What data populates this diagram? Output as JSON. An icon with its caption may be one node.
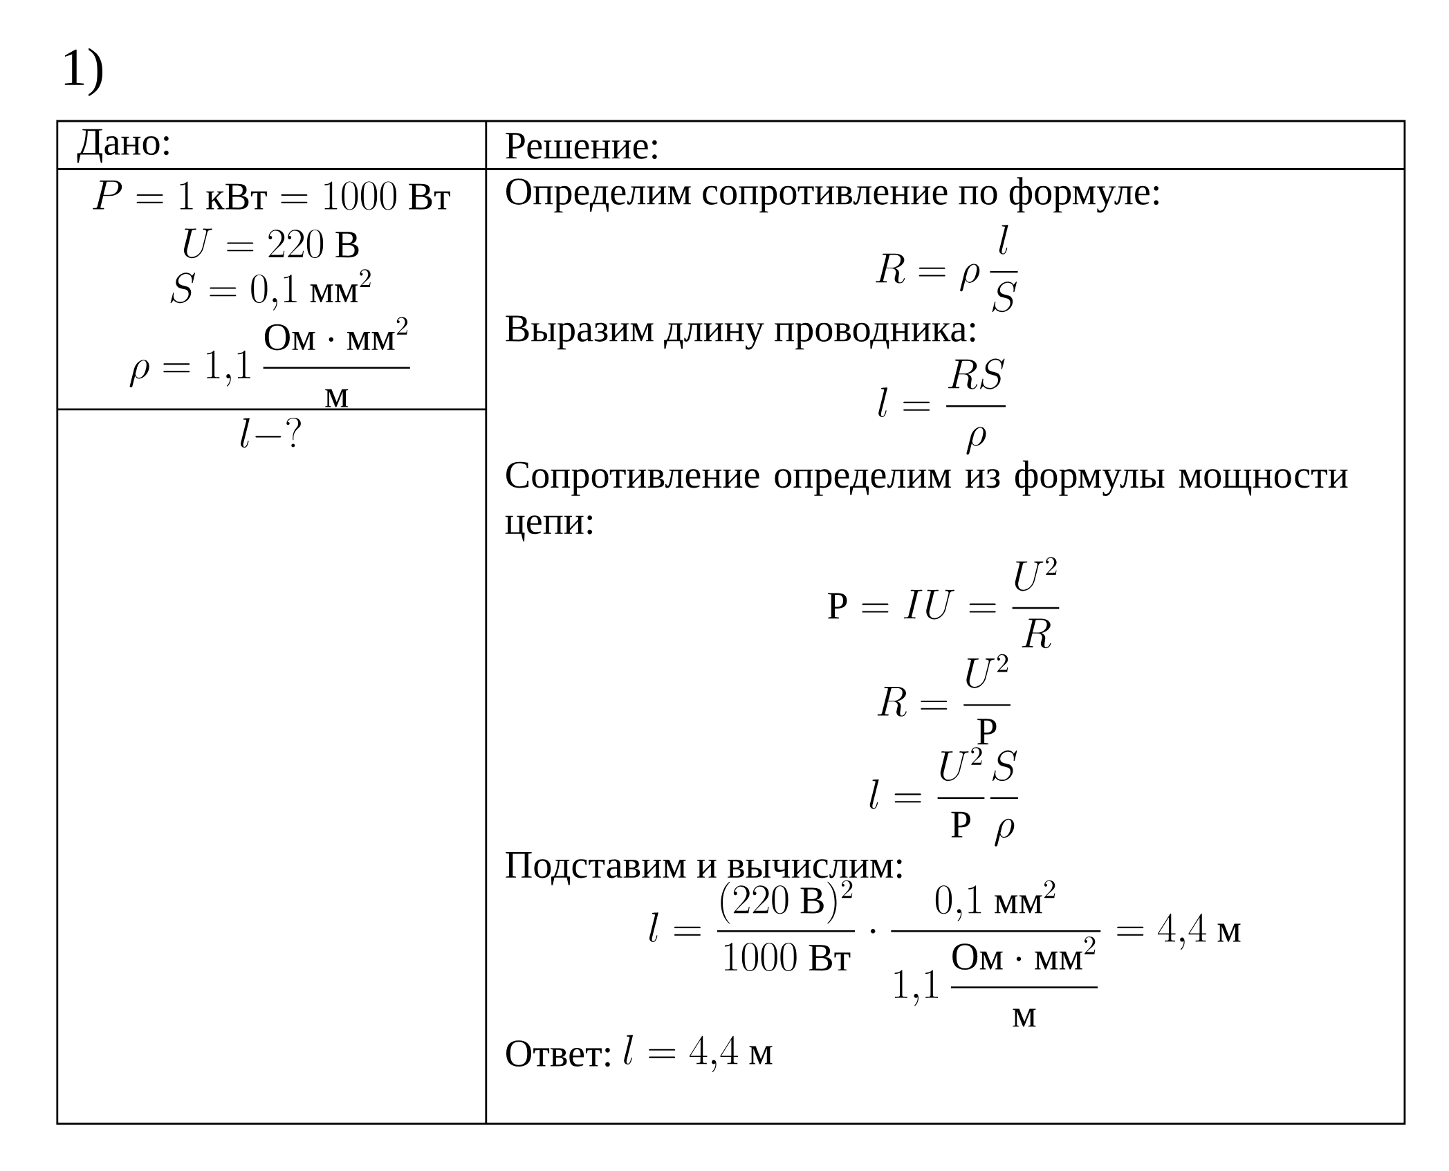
{
  "diagram": {
    "labels": [
      "1)",
      "Дано:",
      "Решение:",
      "P = 1\\text{ кВт} = 1000\\text{ Вт}",
      "U = 220\\text{ В}",
      "S = 0{,}1\\text{ мм}^2",
      "\\rho = 1{,}1\\,\\dfrac{\\text{Ом}\\cdot\\text{мм}^2}{\\text{м}}",
      "l{-}?",
      "Определим сопротивление по формуле:",
      "R = \\rho\\,\\dfrac{l}{S}",
      "Выразим длину проводника:",
      "l = \\dfrac{RS}{\\rho}",
      "Сопротивление определим из формулы мощности цепи:",
      "\\text{P} = IU = \\dfrac{U^2}{R}",
      "R = \\dfrac{U^2}{\\text{P}}",
      "l = \\dfrac{U^2}{\\text{P}}\\dfrac{S}{\\rho}",
      "Подставим и вычислим:",
      "l = \\dfrac{(220\\text{ В})^2}{1000\\text{ Вт}}\\cdot\\dfrac{0{,}1\\text{ мм}^2}{1{,}1\\,\\dfrac{\\text{Ом}\\cdot\\text{мм}^2}{\\text{м}}} = 4{,}4\\text{ м}",
      "Ответ:",
      "l = 4{,}4\\text{ м}"
    ]
  }
}
